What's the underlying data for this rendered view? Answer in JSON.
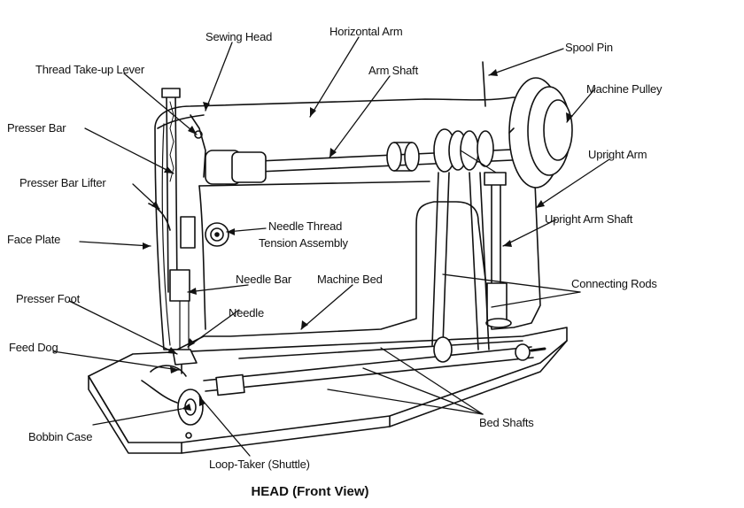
{
  "labels": {
    "sewing_head": "Sewing Head",
    "horizontal_arm": "Horizontal Arm",
    "spool_pin": "Spool Pin",
    "thread_take_up_lever": "Thread Take-up Lever",
    "arm_shaft": "Arm Shaft",
    "machine_pulley": "Machine Pulley",
    "presser_bar": "Presser Bar",
    "upright_arm": "Upright Arm",
    "presser_bar_lifter": "Presser Bar Lifter",
    "upright_arm_shaft": "Upright Arm Shaft",
    "needle_thread": "Needle Thread",
    "tension_assembly": "Tension Assembly",
    "face_plate": "Face Plate",
    "needle_bar": "Needle Bar",
    "machine_bed": "Machine Bed",
    "connecting_rods": "Connecting Rods",
    "presser_foot": "Presser Foot",
    "needle": "Needle",
    "feed_dog": "Feed Dog",
    "bed_shafts": "Bed Shafts",
    "bobbin_case": "Bobbin Case",
    "loop_taker": "Loop-Taker (Shuttle)"
  },
  "caption": "HEAD (Front View)",
  "colors": {
    "ink": "#111111",
    "paper": "#ffffff"
  }
}
